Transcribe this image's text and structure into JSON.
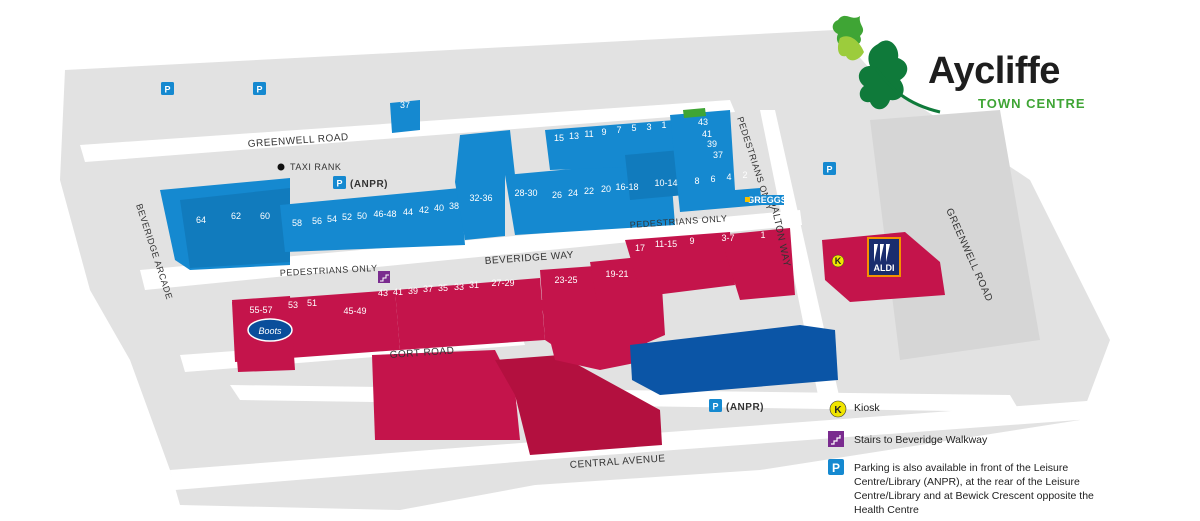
{
  "logo": {
    "name": "Aycliffe",
    "subtitle": "TOWN CENTRE"
  },
  "roads": {
    "greenwell_top": "GREENWELL ROAD",
    "greenwell_right": "GREENWELL ROAD",
    "beveridge_way": "BEVERIDGE WAY",
    "gort_road": "GORT ROAD",
    "central_avenue": "CENTRAL AVENUE",
    "dalton_way": "DALTON WAY",
    "beveridge_arcade": "BEVERIDGE ARCADE",
    "ped_left": "PEDESTRIANS ONLY",
    "ped_mid": "PEDESTRIANS ONLY",
    "ped_vertical": "PEDESTRIANS ONLY",
    "taxi_rank": "TAXI RANK"
  },
  "parking": {
    "symbol": "P",
    "anpr_top": "(ANPR)",
    "anpr_bottom": "(ANPR)"
  },
  "stores": {
    "greggs": "GREGGS",
    "aldi": "ALDI",
    "boots": "Boots"
  },
  "units_blue": [
    "37",
    "64",
    "62",
    "60",
    "58",
    "56",
    "54",
    "52",
    "50",
    "46-48",
    "44",
    "42",
    "40",
    "38",
    "32-36",
    "28-30",
    "26",
    "24",
    "22",
    "20",
    "16-18",
    "10-14",
    "8",
    "6",
    "4",
    "2",
    "15",
    "13",
    "11",
    "9",
    "7",
    "5",
    "3",
    "1",
    "43",
    "41",
    "39",
    "37"
  ],
  "units_red": [
    "55-57",
    "53",
    "51",
    "45-49",
    "43",
    "41",
    "39",
    "37",
    "35",
    "33",
    "31",
    "27-29",
    "23-25",
    "19-21",
    "17",
    "11-15",
    "9",
    "3-7",
    "1"
  ],
  "legend": {
    "kiosk_symbol": "K",
    "kiosk": "Kiosk",
    "stairs": "Stairs to Beveridge Walkway",
    "parking": "Parking is also available in front of the Leisure Centre/Library (ANPR), at the rear of the Leisure Centre/Library and at Bewick Crescent opposite the Health Centre"
  },
  "colors": {
    "blue_units": "#1589d0",
    "red_units": "#c4144b",
    "dark_blue": "#0b55a6",
    "ground": "#e2e2e2",
    "aldi_blue": "#1a2d6e",
    "aldi_orange": "#f39200",
    "green": "#3fa535"
  }
}
